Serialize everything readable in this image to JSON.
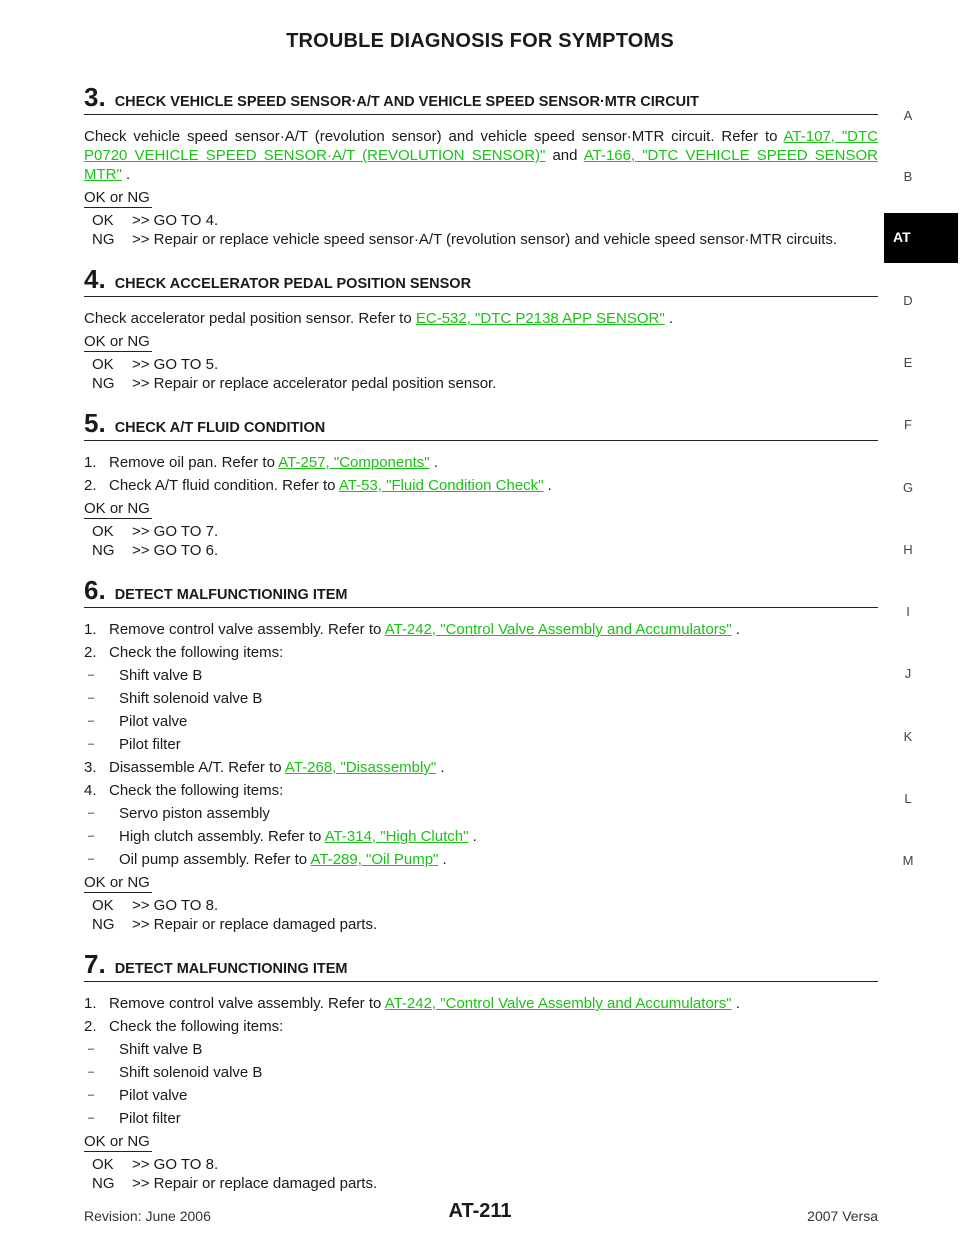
{
  "header": {
    "title": "TROUBLE DIAGNOSIS FOR SYMPTOMS"
  },
  "side_index": [
    "A",
    "B",
    "AT",
    "D",
    "E",
    "F",
    "G",
    "H",
    "I",
    "J",
    "K",
    "L",
    "M"
  ],
  "side_active": "AT",
  "steps": {
    "s3": {
      "num": "3.",
      "title": "CHECK VEHICLE SPEED SENSOR·A/T AND VEHICLE SPEED SENSOR·MTR CIRCUIT",
      "text_a": "Check vehicle speed sensor·A/T (revolution sensor) and vehicle speed sensor·MTR circuit. Refer to ",
      "link1": "AT-107, \"DTC P0720 VEHICLE SPEED SENSOR·A/T (REVOLUTION SENSOR)\"",
      "text_b": " and ",
      "link2": "AT-166, \"DTC VEHICLE SPEED SENSOR MTR\"",
      "text_c": " .",
      "okng": "OK or NG",
      "ok_code": "OK",
      "ok_text": ">> GO TO 4.",
      "ng_code": "NG",
      "ng_text": ">> Repair or replace vehicle speed sensor·A/T (revolution sensor) and vehicle speed sensor·MTR circuits."
    },
    "s4": {
      "num": "4.",
      "title": "CHECK ACCELERATOR PEDAL POSITION SENSOR",
      "text_a": "Check accelerator pedal position sensor. Refer to ",
      "link1": "EC-532, \"DTC P2138 APP SENSOR\"",
      "text_c": " .",
      "okng": "OK or NG",
      "ok_code": "OK",
      "ok_text": ">> GO TO 5.",
      "ng_code": "NG",
      "ng_text": ">> Repair or replace accelerator pedal position sensor."
    },
    "s5": {
      "num": "5.",
      "title": "CHECK A/T FLUID CONDITION",
      "item1_a": "1.   Remove oil pan. Refer to ",
      "item1_link": "AT-257, \"Components\"",
      "item1_c": " .",
      "item2_a": "2.   Check A/T fluid condition. Refer to ",
      "item2_link": "AT-53, \"Fluid Condition Check\"",
      "item2_c": " .",
      "okng": "OK or NG",
      "ok_code": "OK",
      "ok_text": ">> GO TO 7.",
      "ng_code": "NG",
      "ng_text": ">> GO TO 6."
    },
    "s6": {
      "num": "6.",
      "title": "DETECT MALFUNCTIONING ITEM",
      "item1_a": "1.   Remove control valve assembly. Refer to ",
      "item1_link": "AT-242, \"Control Valve Assembly and Accumulators\"",
      "item1_c": " .",
      "item2": "2.   Check the following items:",
      "dash_a": [
        "Shift valve B",
        "Shift solenoid valve B",
        "Pilot valve",
        "Pilot filter"
      ],
      "item3_a": "3.   Disassemble A/T. Refer to ",
      "item3_link": "AT-268, \"Disassembly\"",
      "item3_c": " .",
      "item4": "4.   Check the following items:",
      "dash_b1": "Servo piston assembly",
      "dash_b2_a": "High clutch assembly. Refer to ",
      "dash_b2_link": "AT-314, \"High Clutch\"",
      "dash_b2_c": " .",
      "dash_b3_a": "Oil pump assembly. Refer to ",
      "dash_b3_link": "AT-289, \"Oil Pump\"",
      "dash_b3_c": " .",
      "okng": "OK or NG",
      "ok_code": "OK",
      "ok_text": ">> GO TO 8.",
      "ng_code": "NG",
      "ng_text": ">> Repair or replace damaged parts."
    },
    "s7": {
      "num": "7.",
      "title": "DETECT MALFUNCTIONING ITEM",
      "item1_a": "1.   Remove control valve assembly. Refer to ",
      "item1_link": "AT-242, \"Control Valve Assembly and Accumulators\"",
      "item1_c": " .",
      "item2": "2.   Check the following items:",
      "dash_a": [
        "Shift valve B",
        "Shift solenoid valve B",
        "Pilot valve",
        "Pilot filter"
      ],
      "okng": "OK or NG",
      "ok_code": "OK",
      "ok_text": ">> GO TO 8.",
      "ng_code": "NG",
      "ng_text": ">> Repair or replace damaged parts."
    }
  },
  "dash_symbol": "–",
  "footer": {
    "revision": "Revision: June 2006",
    "page": "AT-211",
    "model": "2007 Versa"
  },
  "colors": {
    "link": "#19c214",
    "tab_bg": "#000000"
  }
}
